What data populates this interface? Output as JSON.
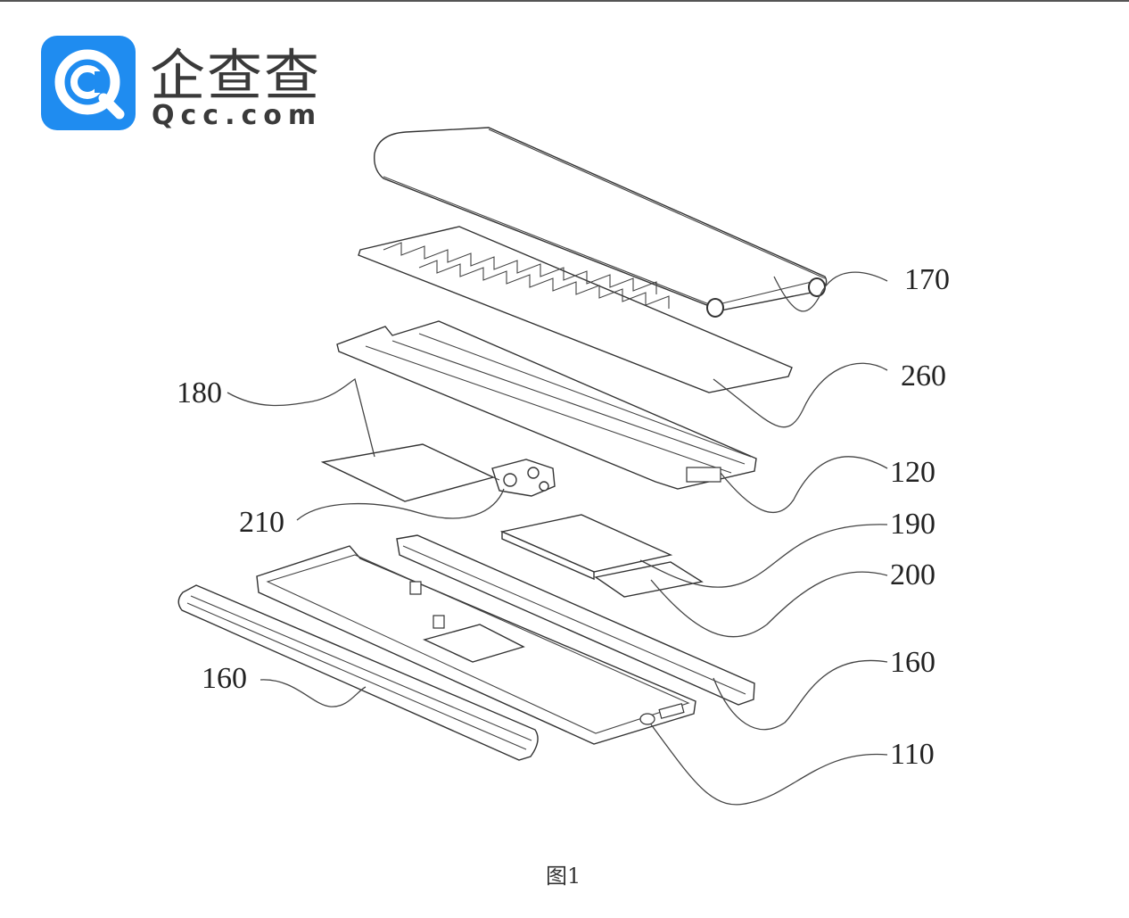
{
  "logo": {
    "name_cn": "企查查",
    "name_en": "Qcc.com",
    "colors": {
      "brand": "#1f8cf0",
      "text": "#3a3a3a"
    },
    "icon": "qcc-logo-icon"
  },
  "labels": {
    "l170": "170",
    "l260": "260",
    "l180": "180",
    "l120": "120",
    "l210": "210",
    "l190": "190",
    "l200": "200",
    "l160_right": "160",
    "l160_left": "160",
    "l110": "110"
  },
  "caption": "图1"
}
